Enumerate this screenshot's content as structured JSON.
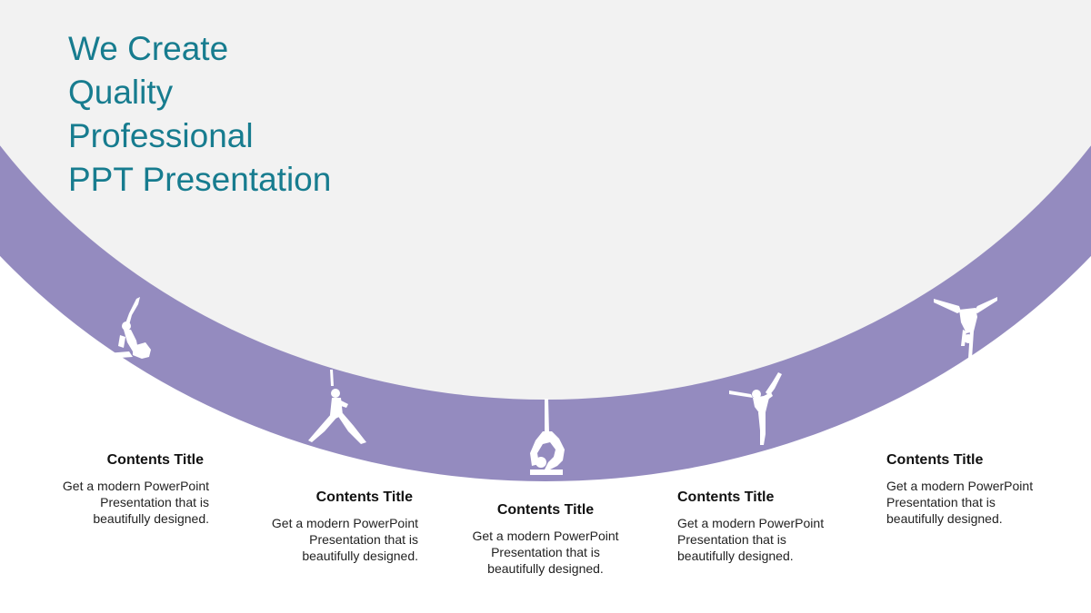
{
  "colors": {
    "accent": "#177c8f",
    "band": "#948bbf",
    "background": "#f2f2f2",
    "figure": "#ffffff",
    "text": "#111111"
  },
  "headline": {
    "line1": "We Create",
    "line2": "Quality",
    "line3": "Professional",
    "line4": "PPT Presentation"
  },
  "items": [
    {
      "title": "Contents Title",
      "desc": "Get a modern PowerPoint Presentation that is beautifully designed.",
      "icon": "yoga-pigeon-pose-icon"
    },
    {
      "title": "Contents Title",
      "desc": "Get a modern PowerPoint Presentation that is beautifully designed.",
      "icon": "yoga-warrior-pose-icon"
    },
    {
      "title": "Contents Title",
      "desc": "Get a modern PowerPoint Presentation that is beautifully designed.",
      "icon": "yoga-backbend-pose-icon"
    },
    {
      "title": "Contents Title",
      "desc": "Get a modern PowerPoint Presentation that is beautifully designed.",
      "icon": "yoga-dancer-pose-icon"
    },
    {
      "title": "Contents Title",
      "desc": "Get a modern PowerPoint Presentation that is beautifully designed.",
      "icon": "yoga-handstand-pose-icon"
    }
  ]
}
